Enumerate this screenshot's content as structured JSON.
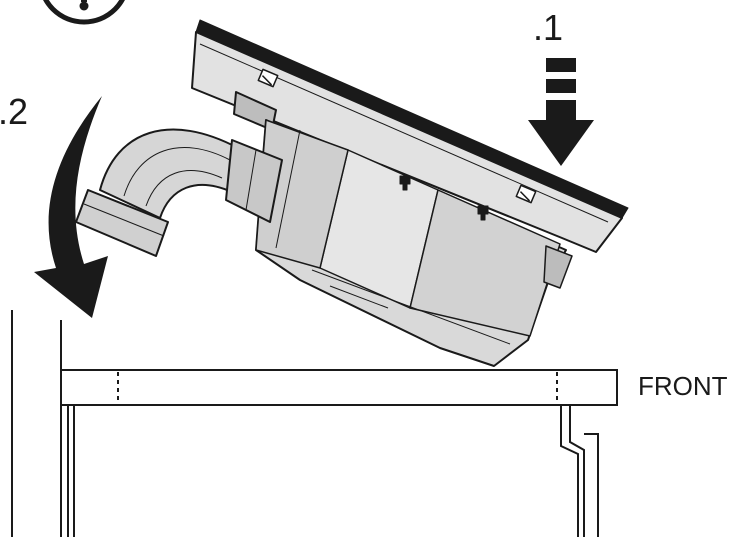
{
  "labels": {
    "step1": ".1",
    "step2": ".2",
    "front": "FRONT"
  },
  "icons": {
    "step_badge": "circle-info-icon",
    "press_arrow": "arrow-down-icon",
    "rotate_arrow": "curved-arrow-icon"
  },
  "colors": {
    "ink": "#1a1a1a",
    "body_fill": "#dcdcdc",
    "body_fill_dark": "#c4c4c4",
    "paper": "#ffffff"
  }
}
